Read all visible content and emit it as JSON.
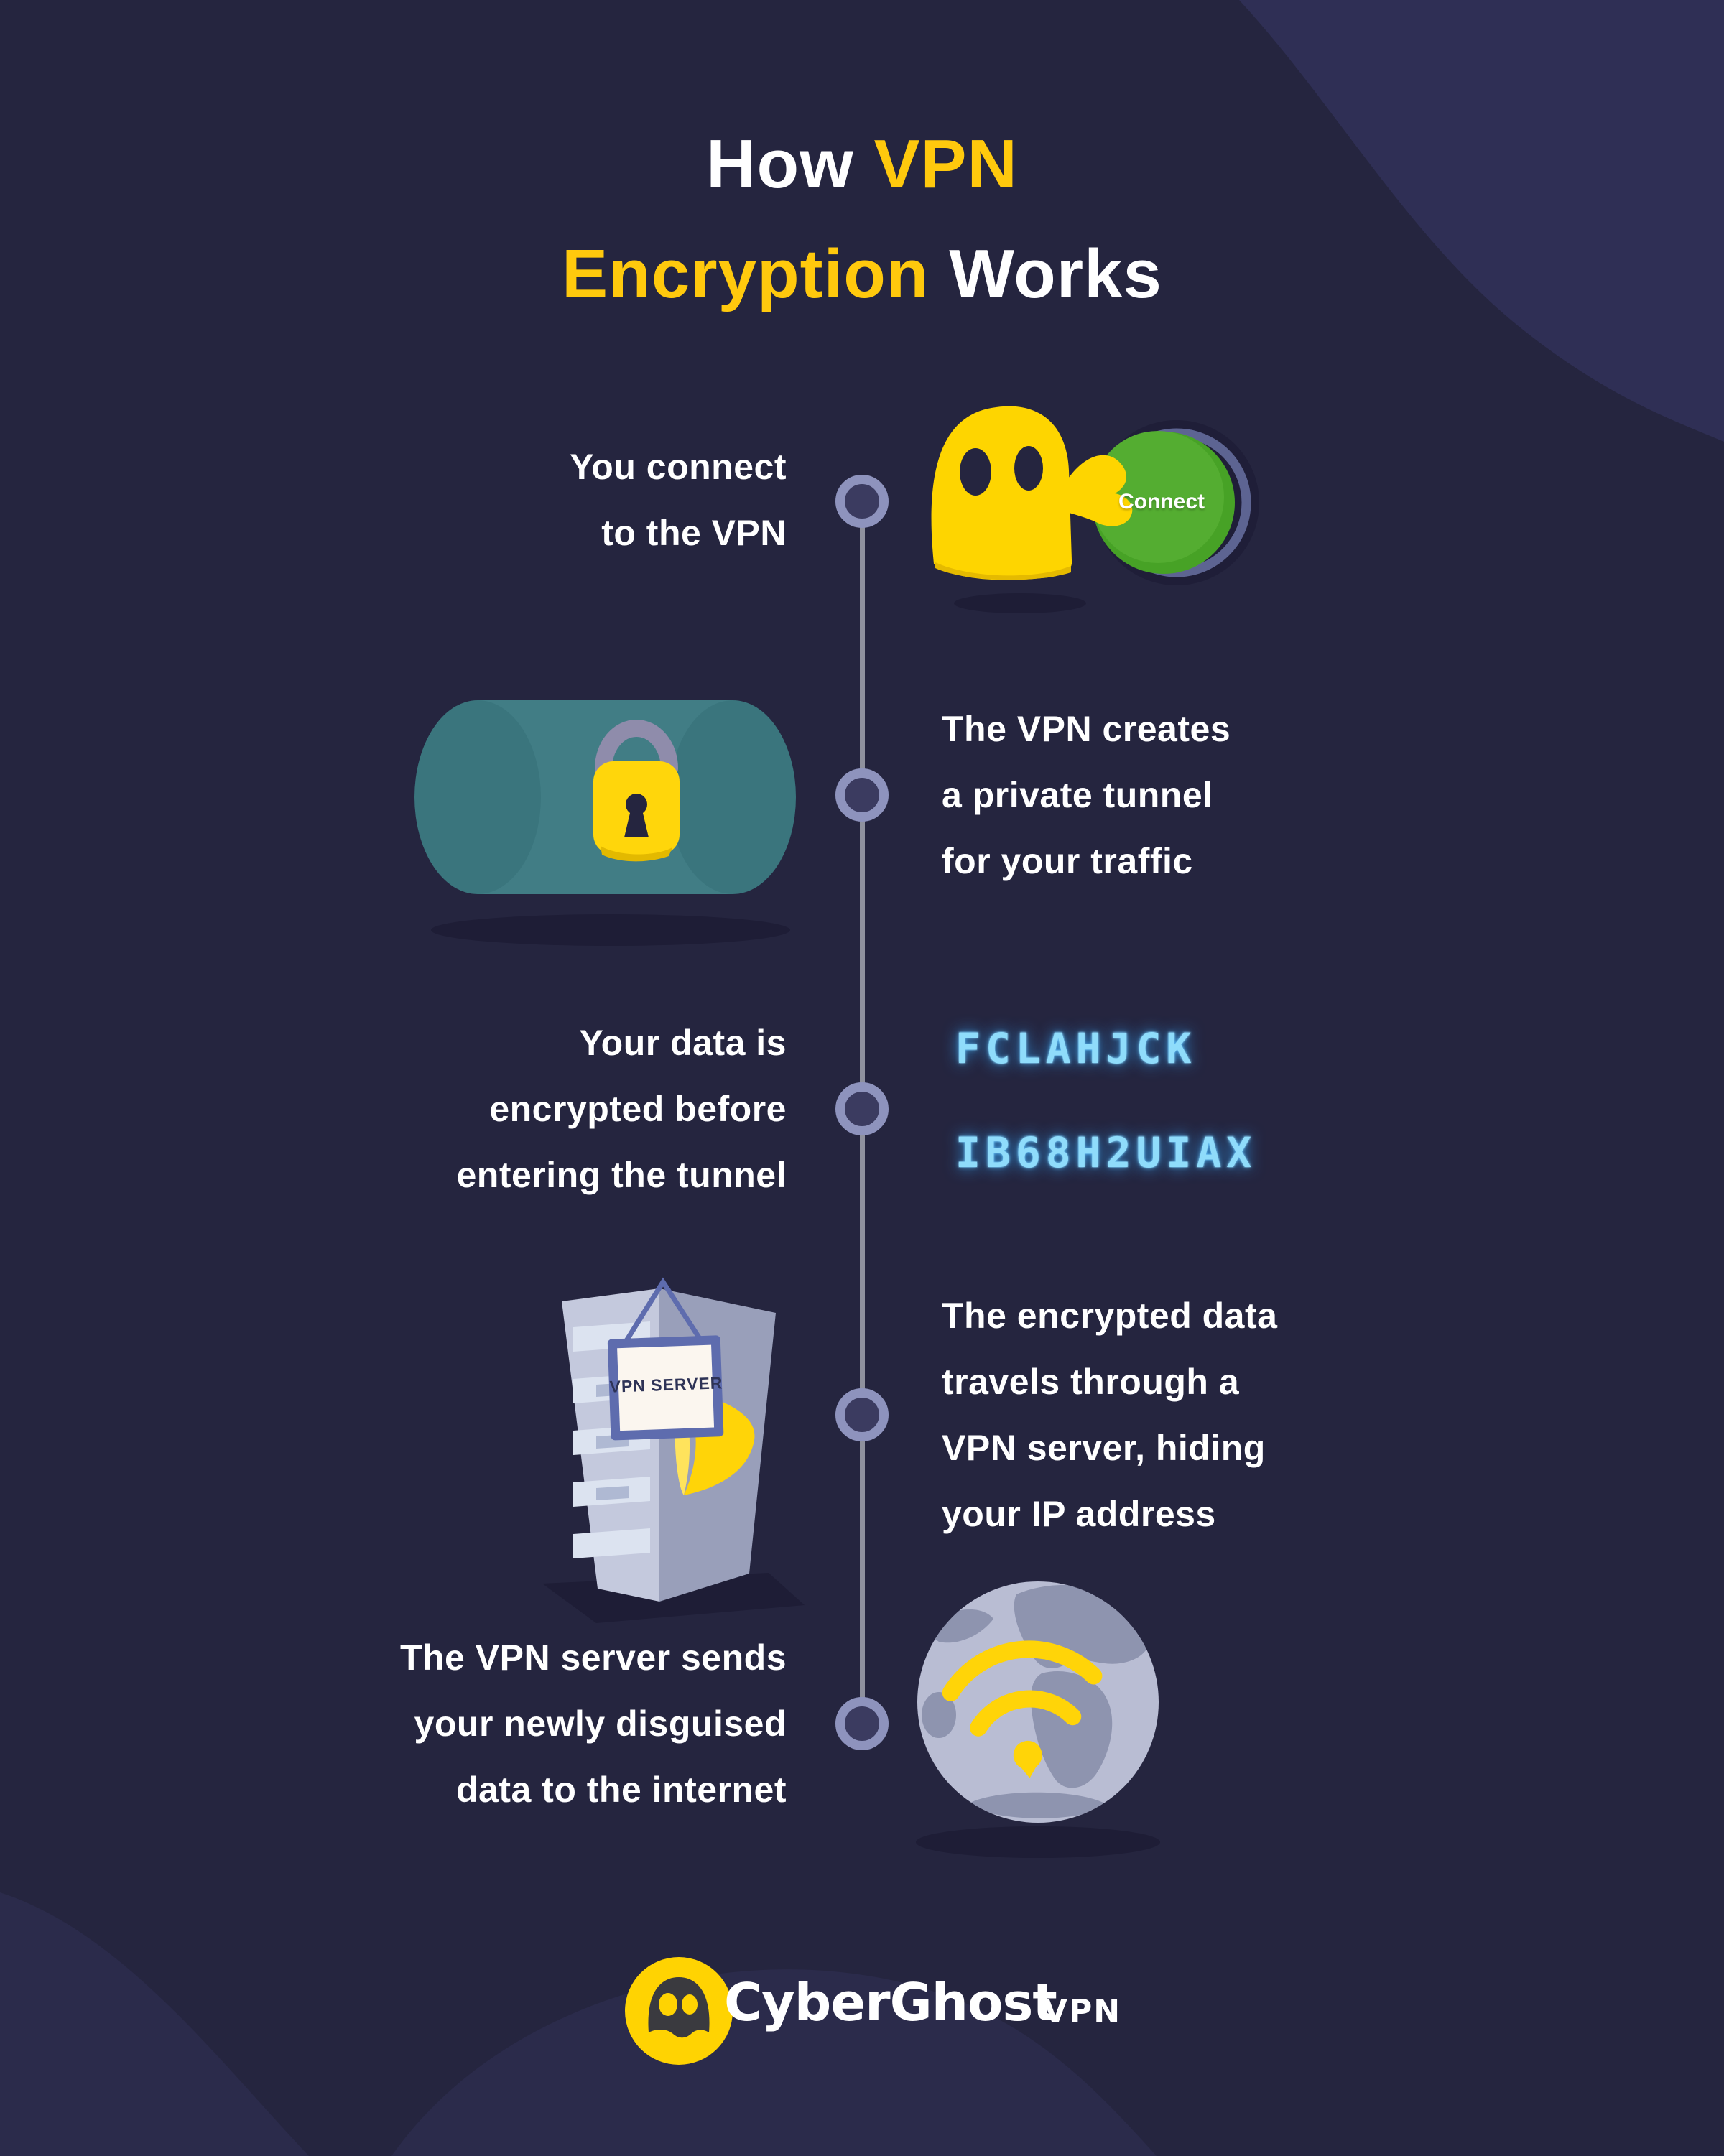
{
  "title": {
    "white1": "How",
    "accent1": "VPN",
    "accent2": "Encryption",
    "white2": "Works"
  },
  "steps": [
    {
      "lines": [
        "You connect",
        "to the VPN"
      ]
    },
    {
      "lines": [
        "The VPN creates",
        "a private tunnel",
        "for your traffic"
      ]
    },
    {
      "lines": [
        "Your data is",
        "encrypted before",
        "entering the tunnel"
      ]
    },
    {
      "lines": [
        "The encrypted data",
        "travels through a",
        "VPN server, hiding",
        "your IP address"
      ]
    },
    {
      "lines": [
        "The VPN server sends",
        "your newly disguised",
        "data to the internet"
      ]
    }
  ],
  "step1": {
    "button_label": "Connect"
  },
  "step3": {
    "encrypted_lines": [
      "FCLAHJCK",
      "IB68H2UIAX"
    ]
  },
  "step4": {
    "sign_label": "VPN SERVER"
  },
  "footer": {
    "brand": "CyberGhost",
    "suffix": "VPN"
  },
  "icons": [
    "ghost-mascot-icon",
    "connect-button-icon",
    "tunnel-padlock-icon",
    "encrypted-code-text",
    "vpn-server-icon",
    "globe-wifi-icon",
    "cyberghost-logo-icon"
  ],
  "colors": {
    "background": "#25253F",
    "background_light_shape": "#2F2F55",
    "accent_yellow": "#FFC90D",
    "icon_yellow": "#FFD60A",
    "button_green": "#4CA82B",
    "tunnel_teal": "#417D85",
    "encrypted_blue": "#8FDCFB",
    "node_ring": "#8E93BD",
    "timeline_gray": "#8F919E",
    "text_white": "#FFFFFF"
  }
}
